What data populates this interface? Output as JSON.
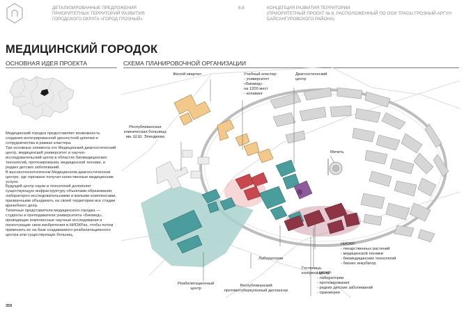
{
  "header": {
    "left_lines": [
      "ДЕТАЛИЗИРОВАННЫЕ ПРЕДЛОЖЕНИЯ",
      "ПРИОРИТЕТНЫХ ТЕРРИТОРИЙ РАЗВИТИЯ",
      "ГОРОДСКОГО ОКРУГА «ГОРОД ГРОЗНЫЙ»"
    ],
    "number": "6.6",
    "right_lines": [
      "КОНЦЕПЦИЯ РАЗВИТИЯ ТЕРРИТОРИИ",
      "(ПРИОРИТЕТНЫЙ ПРОЕКТ № 6, РАСПОЛОЖЕННЫЙ ПО ОСИ ТРАСЫ ГРОЗНЫЙ-АРГУН",
      "БАЙСАНГУРОВСКОГО РАЙОНА)"
    ]
  },
  "title": "МЕДИЦИНСКИЙ ГОРОДОК",
  "left_subtitle": "ОСНОВНАЯ ИДЕЯ ПРОЕКТА",
  "right_subtitle": "СХЕМА ПЛАНИРОВОЧНОЙ ОРГАНИЗАЦИИ",
  "body_paragraphs": [
    "Медицинский городок предоставляет возможность создания интегрированной ценностной цепочки и сотрудничества в рамках кластера.",
    "Три основных элемента это Медицинский диагностический центр, медицинский университет и научно-исследовательский центр в областях биомедицинских технологий, протезирования, медицинской техники, и редких детских заболеваний.",
    "В высокотехнологичном Медицинском диагностическом центре, где горожане получат качественные медицинские услуги.",
    "Будущий центр науки и технологий дополняет существующую инфраструктуру объектами образования, лабораторно-исследовательскими и жилыми комплексами, призванными объединить на своей территории все стадии врачебного дела.",
    "Типичные представители медицинского городка — студенты и преподаватели университета «Биомед», проводящие комплексные научные исследования и патентующие свои изобретения в НИОКРах, чтобы потом применить их на базе создаваемого реабилитационного центра или существующих больниц."
  ],
  "page_number": "359",
  "plan_labels": {
    "housing": "Жилой квартал",
    "edu_cluster": [
      "Учебный кластер:",
      "- университет",
      "«Биомед»",
      "на 1200 мест",
      "- коливинг"
    ],
    "diag_center": [
      "Диагностический",
      "центр"
    ],
    "hospital": [
      "Республиканская",
      "клиническая больница",
      "им. Ш.Ш. Элендиева"
    ],
    "mosque": "Мечеть",
    "rehab": [
      "Реабилитационный",
      "центр"
    ],
    "lab": "Лаборатории",
    "hotel": [
      "Гостиница,",
      "конгресс центр"
    ],
    "tb": [
      "Республиканский",
      "противотуберкулезный диспансер"
    ],
    "niokr1": [
      "НИОКР:",
      "- лекарственных растений",
      "- медицинской техники",
      "- биомедицинских технологий",
      "- бизнес инкубатор"
    ],
    "niokr2": [
      "НИОКР:",
      "- лаборатории",
      "- протезирования",
      "- редких детских заболеваний",
      "- оранжереи"
    ]
  },
  "colors": {
    "housing": "#f2c98a",
    "teal": "#4b9c9c",
    "red": "#c8484f",
    "purple": "#8e5b9a",
    "maroon": "#8e3545",
    "green_zone": "#a9d2cf",
    "building_gray": "#d6d6d6"
  }
}
